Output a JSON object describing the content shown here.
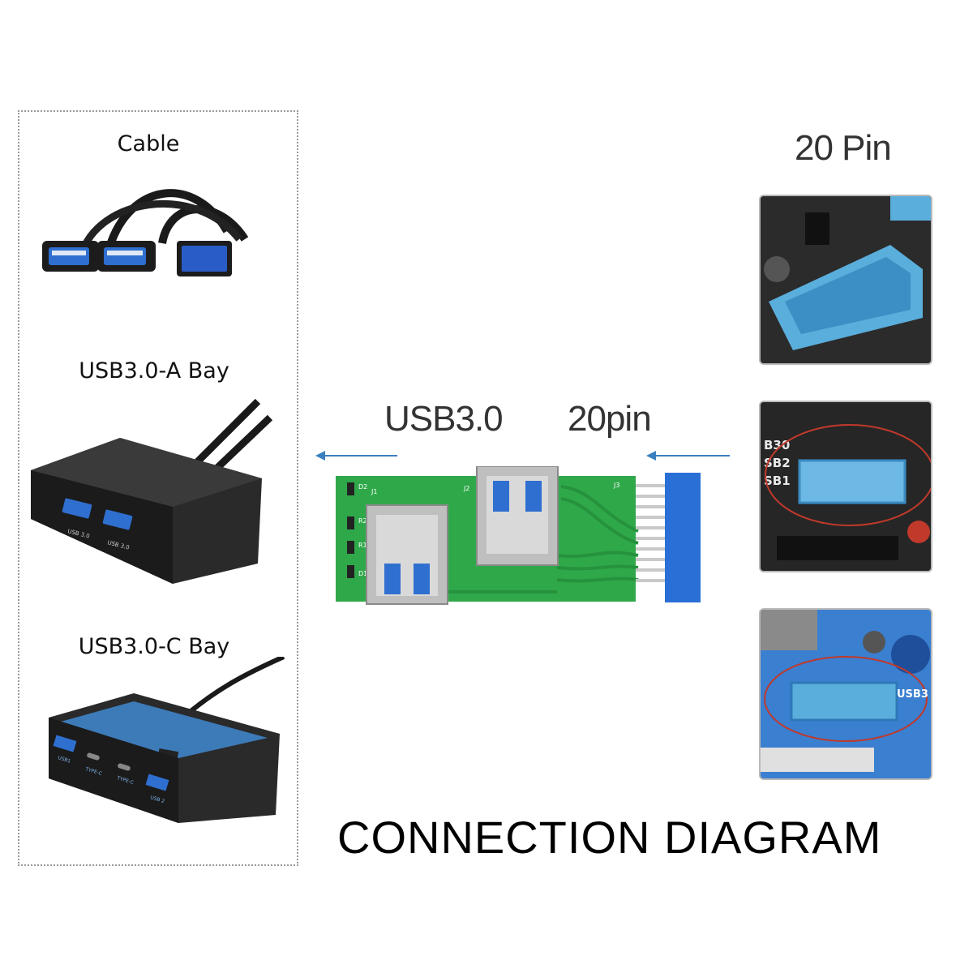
{
  "left_panel": {
    "cable_label": "Cable",
    "a_bay_label": "USB3.0-A Bay",
    "c_bay_label": "USB3.0-C Bay",
    "a_bay_port_labels": [
      "USB 3.0",
      "USB 3.0"
    ],
    "c_bay_port_labels": [
      "USB1",
      "TYPE-C",
      "TYPE-C",
      "USB 2"
    ]
  },
  "center": {
    "usb_label": "USB3.0",
    "pin_label": "20pin",
    "pcb_silkscreen": [
      "J1",
      "J2",
      "J3",
      "R1",
      "R2",
      "D1",
      "D2"
    ]
  },
  "right_panel": {
    "header_label": "20 Pin",
    "photo2_silkscreen": [
      "B30",
      "SB2",
      "SB1"
    ],
    "photo3_silkscreen": [
      "USB3"
    ]
  },
  "footer": {
    "title": "CONNECTION DIAGRAM"
  },
  "colors": {
    "usb_blue": "#2f6fd0",
    "header_blue": "#5aaedc",
    "pcb_green": "#2fa84a",
    "arrow_blue": "#3a7fc0"
  }
}
